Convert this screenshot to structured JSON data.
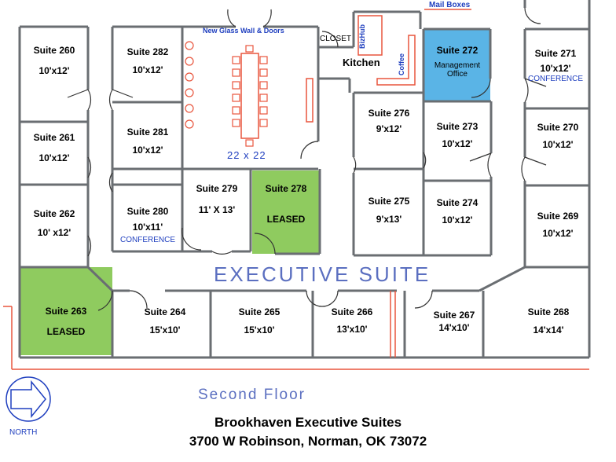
{
  "plan": {
    "corridor_label": "EXECUTIVE SUITE",
    "floor_label": "Second Floor",
    "building_name": "Brookhaven Executive Suites",
    "address": "3700 W Robinson, Norman, OK 73072",
    "north_label": "NORTH",
    "glass_wall_label": "New Glass Wall & Doors",
    "closet_label": "CLOSET",
    "kitchen_label": "Kitchen",
    "bizhub_label": "BizHub",
    "coffee_label": "Coffee",
    "mailboxes_label": "Mail Boxes",
    "conference_room_dim": "22 x 22",
    "colors": {
      "wall": "#6a6e72",
      "leased": "#8fcb5f",
      "management": "#5ab4e6",
      "accent_orange": "#e8553d",
      "label_blue": "#1f3fbf"
    }
  },
  "suites": {
    "s260": {
      "name": "Suite 260",
      "dim": "10'x12'"
    },
    "s261": {
      "name": "Suite 261",
      "dim": "10'x12'"
    },
    "s262": {
      "name": "Suite 262",
      "dim": "10' x12'"
    },
    "s263": {
      "name": "Suite 263",
      "status": "LEASED"
    },
    "s264": {
      "name": "Suite 264",
      "dim": "15'x10'"
    },
    "s265": {
      "name": "Suite 265",
      "dim": "15'x10'"
    },
    "s266": {
      "name": "Suite 266",
      "dim": "13'x10'"
    },
    "s267": {
      "name": "Suite 267",
      "dim": "14'x10'"
    },
    "s268": {
      "name": "Suite 268",
      "dim": "14'x14'"
    },
    "s269": {
      "name": "Suite 269",
      "dim": "10'x12'"
    },
    "s270": {
      "name": "Suite 270",
      "dim": "10'x12'"
    },
    "s271": {
      "name": "Suite 271",
      "dim": "10'x12'",
      "note": "CONFERENCE"
    },
    "s272": {
      "name": "Suite 272",
      "note": "Management Office"
    },
    "s273": {
      "name": "Suite 273",
      "dim": "10'x12'"
    },
    "s274": {
      "name": "Suite 274",
      "dim": "10'x12'"
    },
    "s275": {
      "name": "Suite 275",
      "dim": "9'x13'"
    },
    "s276": {
      "name": "Suite 276",
      "dim": "9'x12'"
    },
    "s278": {
      "name": "Suite 278",
      "status": "LEASED"
    },
    "s279": {
      "name": "Suite 279",
      "dim": "11' X 13'"
    },
    "s280": {
      "name": "Suite 280",
      "dim": "10'x11'",
      "note": "CONFERENCE"
    },
    "s281": {
      "name": "Suite 281",
      "dim": "10'x12'"
    },
    "s282": {
      "name": "Suite 282",
      "dim": "10'x12'"
    }
  }
}
